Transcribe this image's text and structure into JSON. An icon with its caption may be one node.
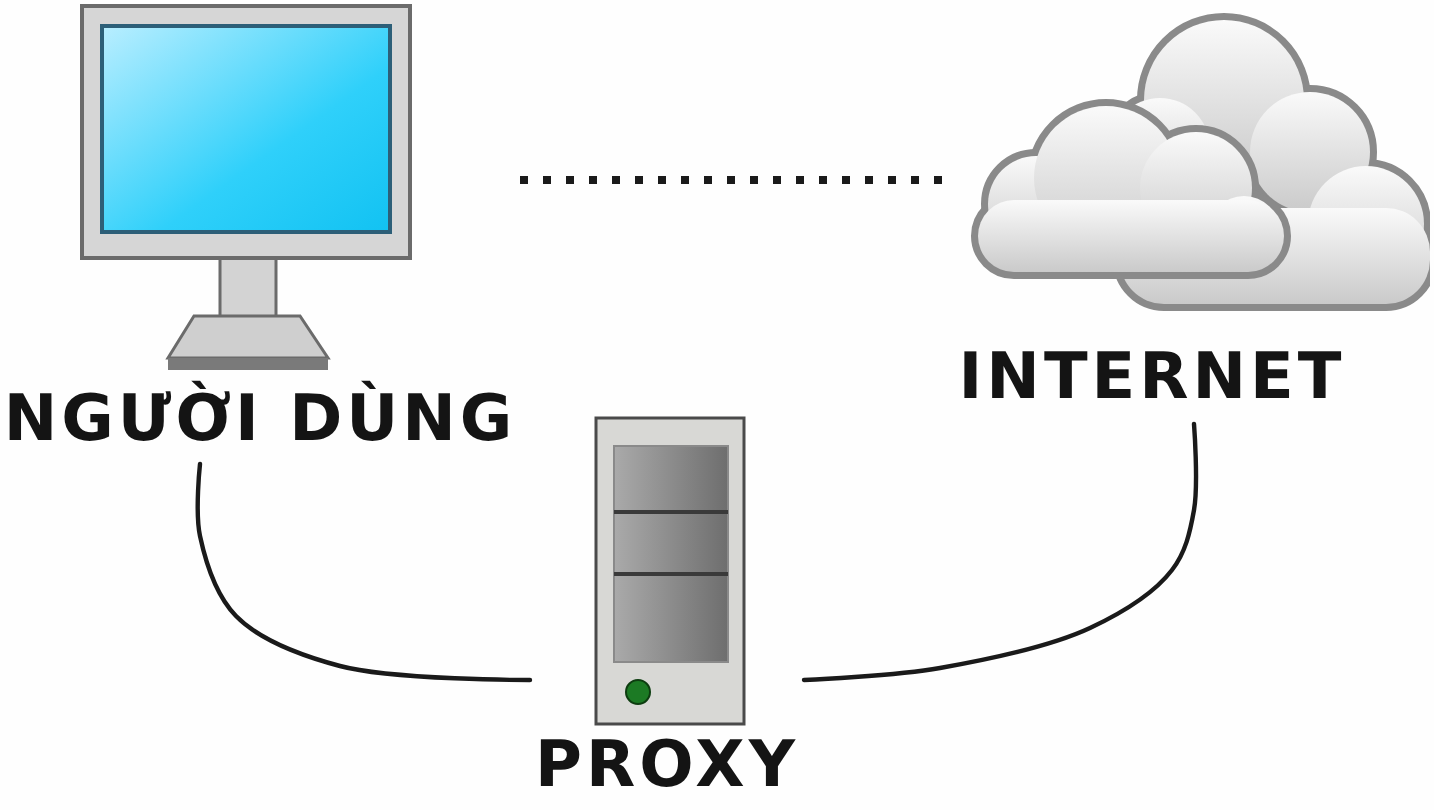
{
  "diagram": {
    "nodes": [
      {
        "text": [
          "NGƯỜI DÙNG"
        ]
      },
      {
        "text": [
          "INTERNET"
        ]
      },
      {
        "text": [
          "PROXY"
        ]
      }
    ],
    "edges": [
      {
        "from": 0,
        "to": 1,
        "arrow": "none",
        "style": "dashed"
      },
      {
        "from": 0,
        "to": 2,
        "arrow": "none"
      },
      {
        "from": 2,
        "to": 1,
        "arrow": "none"
      }
    ]
  }
}
